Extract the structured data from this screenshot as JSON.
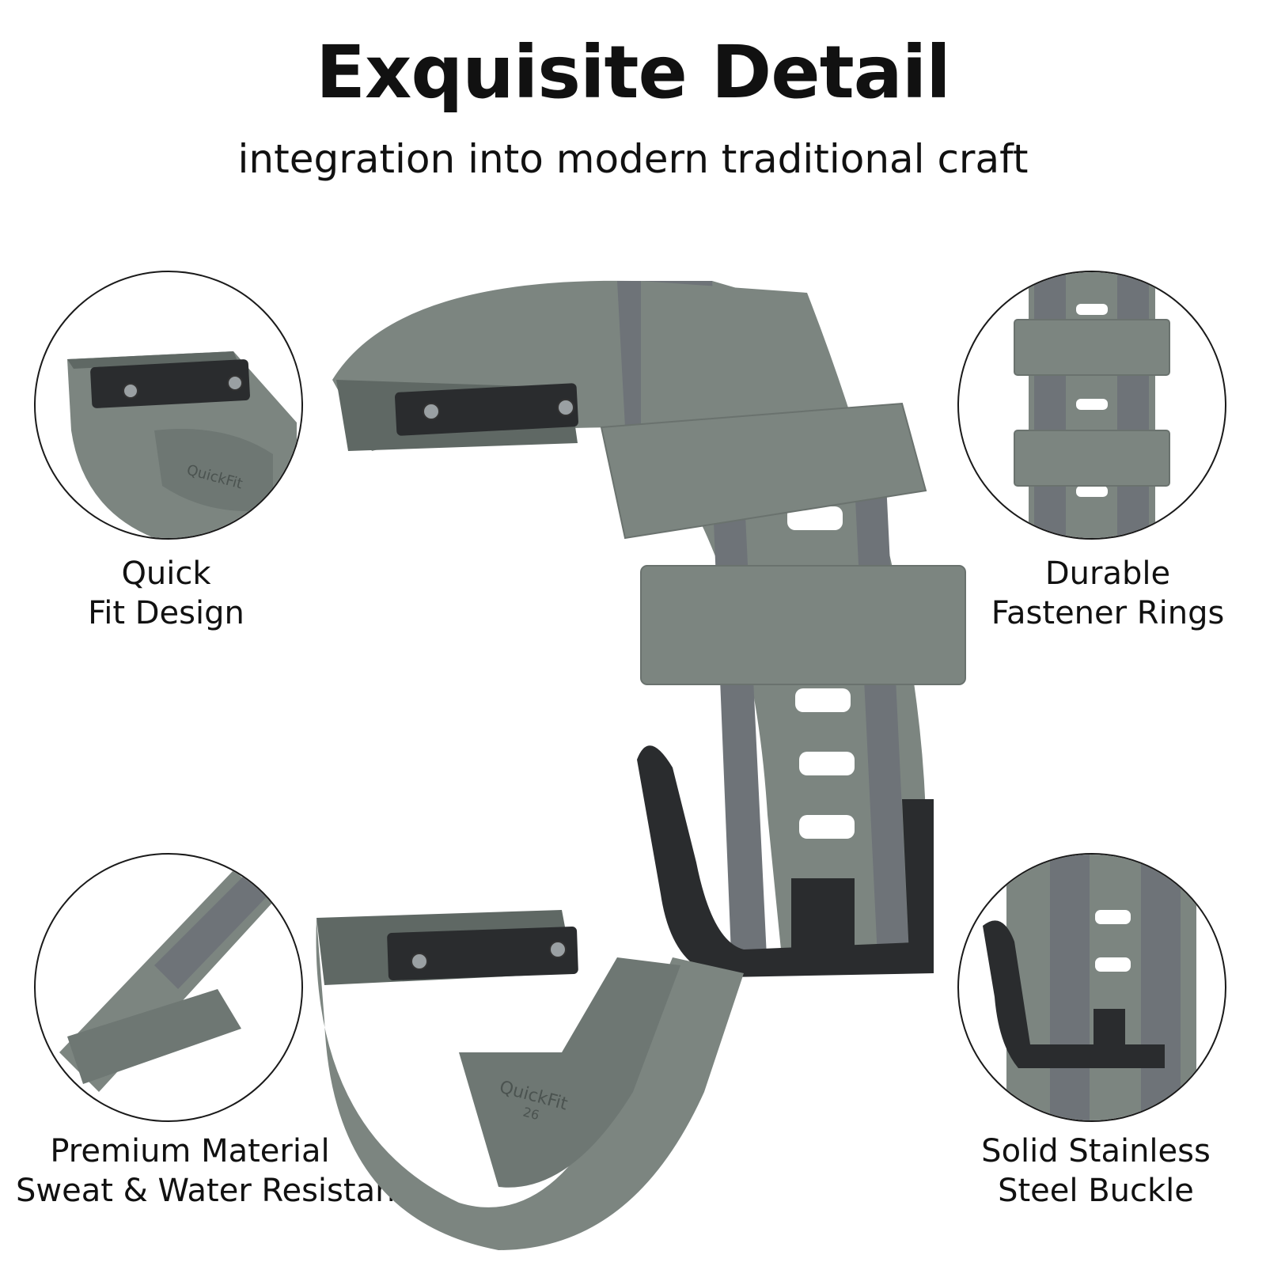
{
  "header": {
    "title": "Exquisite Detail",
    "subtitle": "integration into modern traditional craft"
  },
  "features": {
    "quick_fit": {
      "line1": "Quick",
      "line2": "Fit Design"
    },
    "fastener": {
      "line1": "Durable",
      "line2": "Fastener Rings"
    },
    "material": {
      "line1": "Premium Material",
      "line2": "Sweat & Water Resistant"
    },
    "buckle": {
      "line1": "Solid Stainless",
      "line2": "Steel Buckle"
    }
  },
  "engraving": {
    "text": "QuickFit",
    "size": "26"
  },
  "colors": {
    "strap": "#7c8580",
    "strap_dark": "#5f6864",
    "nylon": "#6e7378",
    "metal": "#2a2c2e"
  }
}
